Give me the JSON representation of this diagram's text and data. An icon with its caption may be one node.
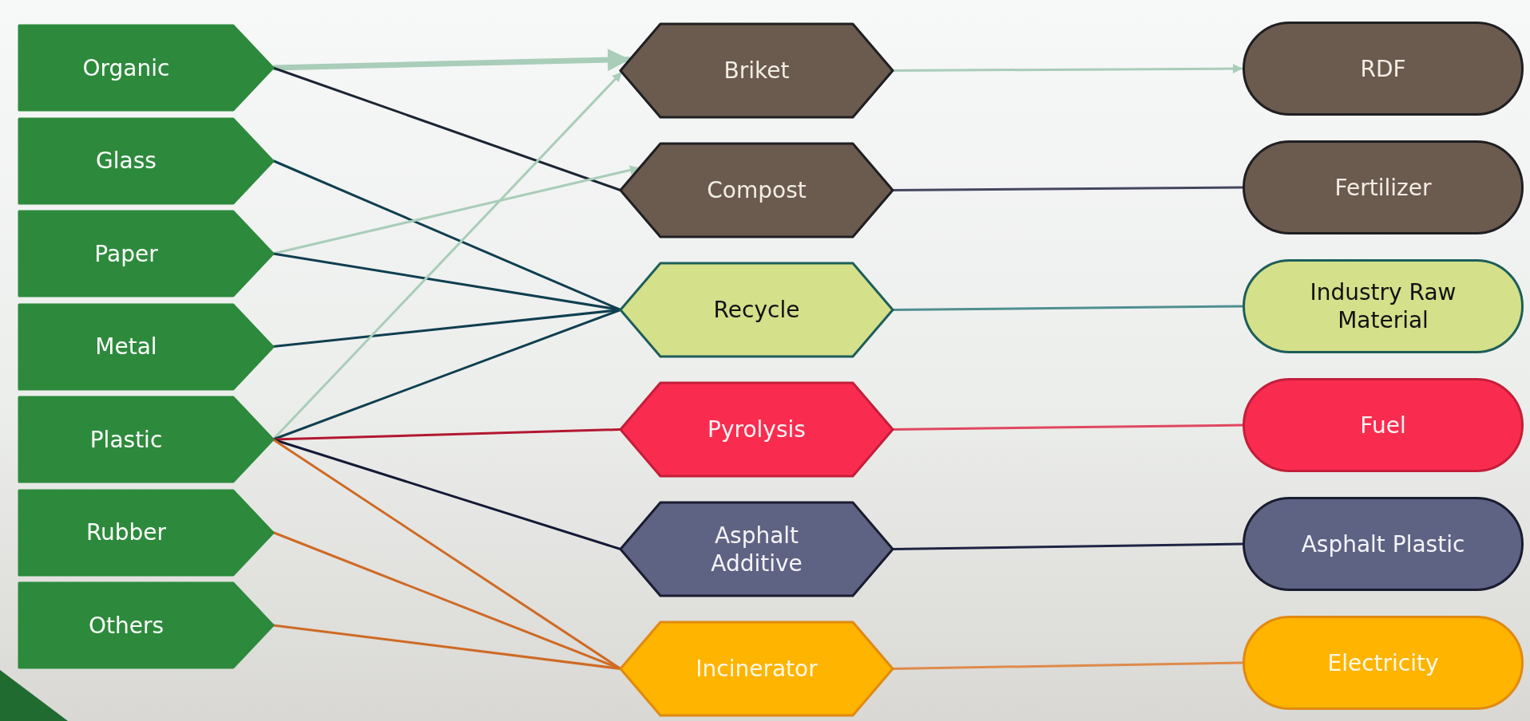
{
  "diagram": {
    "nodes": [
      {
        "text": [
          "Organic"
        ]
      },
      {
        "text": [
          "Glass"
        ]
      },
      {
        "text": [
          "Paper"
        ]
      },
      {
        "text": [
          "Metal"
        ]
      },
      {
        "text": [
          "Plastic"
        ]
      },
      {
        "text": [
          "Rubber"
        ]
      },
      {
        "text": [
          "Others"
        ]
      },
      {
        "text": [
          "Briket"
        ]
      },
      {
        "text": [
          "Compost"
        ]
      },
      {
        "text": [
          "Recycle"
        ]
      },
      {
        "text": [
          "Pyrolysis"
        ]
      },
      {
        "text": [
          "Asphalt Additive"
        ]
      },
      {
        "text": [
          "Incinerator"
        ]
      },
      {
        "text": [
          "RDF"
        ]
      },
      {
        "text": [
          "Fertilizer"
        ]
      },
      {
        "text": [
          "Industry Raw Material"
        ]
      },
      {
        "text": [
          "Fuel"
        ]
      },
      {
        "text": [
          "Asphalt Plastic"
        ]
      },
      {
        "text": [
          "Electricity"
        ]
      }
    ],
    "edges": [
      {
        "from": 0,
        "to": 7,
        "arrow": "to",
        "style": "thick",
        "color": "#a9cdb9"
      },
      {
        "from": 0,
        "to": 8,
        "arrow": "none",
        "color": "#1b2433"
      },
      {
        "from": 1,
        "to": 9,
        "arrow": "none",
        "color": "#0f3f50"
      },
      {
        "from": 2,
        "to": 8,
        "arrow": "to",
        "color": "#a9cdb9"
      },
      {
        "from": 2,
        "to": 9,
        "arrow": "none",
        "color": "#0f3f50"
      },
      {
        "from": 3,
        "to": 9,
        "arrow": "none",
        "color": "#0f3f50"
      },
      {
        "from": 4,
        "to": 7,
        "arrow": "to",
        "color": "#a9cdb9"
      },
      {
        "from": 4,
        "to": 9,
        "arrow": "none",
        "color": "#0f3f50"
      },
      {
        "from": 4,
        "to": 10,
        "arrow": "none",
        "color": "#b3172f"
      },
      {
        "from": 4,
        "to": 11,
        "arrow": "none",
        "color": "#141a35"
      },
      {
        "from": 4,
        "to": 12,
        "arrow": "none",
        "color": "#cf6a24"
      },
      {
        "from": 5,
        "to": 12,
        "arrow": "none",
        "color": "#cf6a24"
      },
      {
        "from": 6,
        "to": 12,
        "arrow": "none",
        "color": "#cf6a24"
      },
      {
        "from": 7,
        "to": 13,
        "arrow": "to",
        "color": "#a9cdb9"
      },
      {
        "from": 8,
        "to": 14,
        "arrow": "none",
        "color": "#44475e"
      },
      {
        "from": 9,
        "to": 15,
        "arrow": "none",
        "color": "#4f8f90"
      },
      {
        "from": 10,
        "to": 16,
        "arrow": "none",
        "color": "#e04760"
      },
      {
        "from": 11,
        "to": 17,
        "arrow": "none",
        "color": "#1e2444"
      },
      {
        "from": 12,
        "to": 18,
        "arrow": "none",
        "color": "#df8a4a"
      }
    ]
  }
}
